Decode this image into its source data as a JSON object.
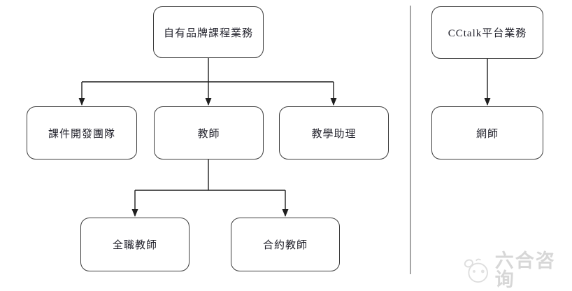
{
  "diagram": {
    "left_section": {
      "root_label": "自有品牌課程業務",
      "level2": [
        {
          "label": "課件開發團隊"
        },
        {
          "label": "教師"
        },
        {
          "label": "教學助理"
        }
      ],
      "level3": [
        {
          "label": "全職教師"
        },
        {
          "label": "合約教師"
        }
      ]
    },
    "right_section": {
      "root_label": "CCtalk平台業務",
      "child_label": "網師"
    },
    "watermark": {
      "text": "六合咨询"
    },
    "colors": {
      "box_border": "#3c3c3c",
      "connector": "#1f1f1f",
      "divider": "#a6a6a6",
      "text": "#1e1e28",
      "watermark_text": "#d7d7d7"
    }
  }
}
